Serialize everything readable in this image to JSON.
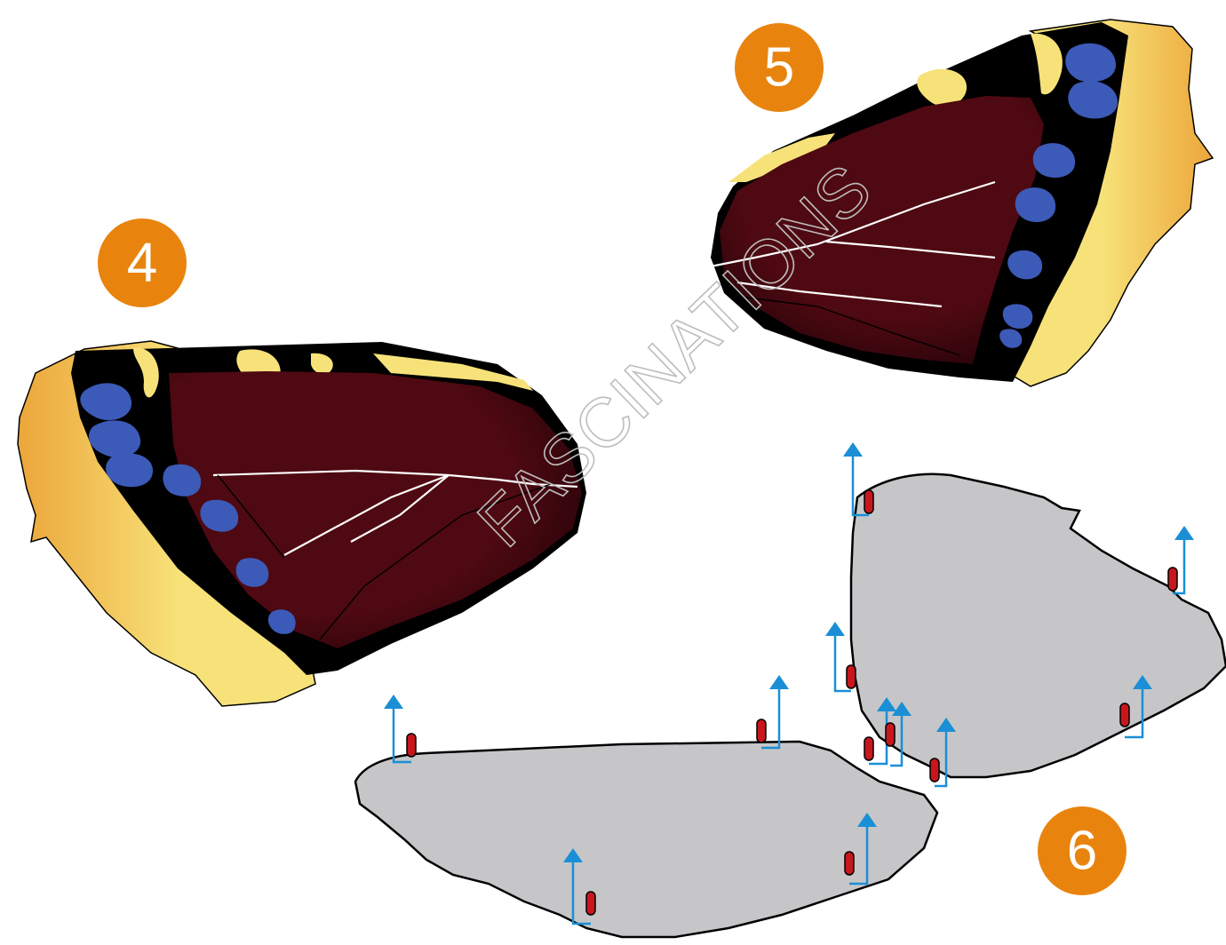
{
  "steps": [
    {
      "id": "4",
      "label": "4",
      "color": "#e8840e"
    },
    {
      "id": "5",
      "label": "5",
      "color": "#e8840e"
    },
    {
      "id": "6",
      "label": "6",
      "color": "#e8840e"
    }
  ],
  "watermark": {
    "text": "FASCINATIONS"
  },
  "colors": {
    "wing_body": "#4f0912",
    "wing_border_black": "#000000",
    "wing_edge_yellow": "#f7e27a",
    "wing_edge_orange": "#eca63a",
    "wing_spots_blue": "#3c5ab8",
    "wing_veins": "#ffffff",
    "wing_outline_gray": "#c6c6c8",
    "tab_red": "#c8161d",
    "arrow_blue": "#1a8fd6"
  },
  "icons": [
    "wing-4-illustration",
    "wing-5-illustration",
    "wing-outline-6",
    "fold-tab-icon",
    "fold-up-arrow-icon"
  ]
}
